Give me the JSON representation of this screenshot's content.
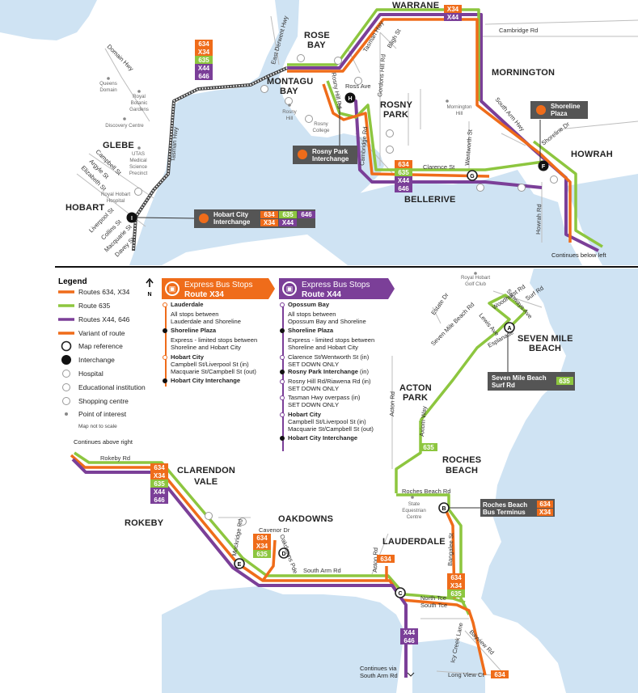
{
  "colors": {
    "water": "#cfe3f3",
    "land": "#ffffff",
    "route_634_x34": "#ef6c1a",
    "route_635": "#8dc63f",
    "route_x44_646": "#7b3f98",
    "interchange": "#111111",
    "label_bg": "#555555",
    "rail": "#444444"
  },
  "suburbs": {
    "warrane": "WARRANE",
    "rose_bay_1": "ROSE",
    "rose_bay_2": "BAY",
    "montagu_bay_1": "MONTAGU",
    "montagu_bay_2": "BAY",
    "mornington": "MORNINGTON",
    "rosny_park_1": "ROSNY",
    "rosny_park_2": "PARK",
    "howrah": "HOWRAH",
    "glebe": "GLEBE",
    "hobart": "HOBART",
    "bellerive": "BELLERIVE",
    "seven_mile_beach_1": "SEVEN MILE",
    "seven_mile_beach_2": "BEACH",
    "acton_park_1": "ACTON",
    "acton_park_2": "PARK",
    "roches_beach_1": "ROCHES",
    "roches_beach_2": "BEACH",
    "clarendon_vale_1": "CLARENDON",
    "clarendon_vale_2": "VALE",
    "rokeby": "ROKEBY",
    "oakdowns": "OAKDOWNS",
    "lauderdale": "LAUDERDALE"
  },
  "roads": {
    "cambridge_rd_top": "Cambridge Rd",
    "east_derwent_hwy": "East Derwent Hwy",
    "tasman_hwy": "Tasman Hwy",
    "tasman_hwy2": "Tasman Hwy",
    "bligh_st": "Bligh St",
    "gordons_hill_rd": "Gordons Hill Rd",
    "ross_ave": "Ross Ave",
    "rosny_hill_rd": "Rosny Hill Rd",
    "cambridge_rd": "Cambridge Rd",
    "south_arm_hwy": "South Arm Hwy",
    "shoreline_dr": "Shoreline Dr",
    "clarence_st": "Clarence St",
    "wentworth_st": "Wentworth St",
    "howrah_rd": "Howrah Rd",
    "domain_hwy": "Domain Hwy",
    "campbell_st": "Campbell St",
    "argyle_st": "Argyle St",
    "elizabeth_st": "Elizabeth St",
    "liverpool_st": "Liverpool St",
    "collins_st": "Collins St",
    "macquarie_st": "Macquarie St",
    "davey_st": "Davey St",
    "estate_dr": "Estate Dr",
    "seven_mile_beach_rd": "Seven Mile Beach Rd",
    "woodhurst_rd": "Woodhurst Rd",
    "surf_rd": "Surf Rd",
    "sunways_ave": "Sunways Ave",
    "lewis_ave": "Lewis Ave",
    "esplanade": "Esplanade",
    "acton_rd": "Acton Rd",
    "acton_rd2": "Acton Rd",
    "axiom_way": "Axiom Way",
    "rokeby_rd": "Rokeby Rd",
    "roches_beach_rd": "Roches Beach Rd",
    "mockridge_rd": "Mockridge Rd",
    "cavenor_dr": "Cavenor Dr",
    "oakdowns_pde": "Oakdowns Pde",
    "south_arm_rd": "South Arm Rd",
    "bangalee_st": "Bangalee St",
    "north_tce": "North Tce",
    "south_tce": "South Tce",
    "icy_creek_lane": "Icy Creek Lane",
    "bayview_rd": "Bayview Rd",
    "long_view_ct": "Long View Ct"
  },
  "pois": {
    "queens_domain_1": "Queens",
    "queens_domain_2": "Domain",
    "botanic_1": "Royal",
    "botanic_2": "Botanic",
    "botanic_3": "Gardens",
    "discovery_centre": "Discovery Centre",
    "utas_1": "UTAS",
    "utas_2": "Medical",
    "utas_3": "Science",
    "utas_4": "Precinct",
    "rhh_1": "Royal Hobart",
    "rhh_2": "Hospital",
    "rosny_hill_1": "Rosny",
    "rosny_hill_2": "Hill",
    "rosny_college_1": "Rosny",
    "rosny_college_2": "College",
    "mornington_hill_1": "Mornington",
    "mornington_hill_2": "Hill",
    "golf_1": "Royal Hobart",
    "golf_2": "Golf Club",
    "equestrian_1": "State",
    "equestrian_2": "Equestrian",
    "equestrian_3": "Centre"
  },
  "route_badges": {
    "r634": "634",
    "x34": "X34",
    "r635": "635",
    "x44": "X44",
    "r646": "646"
  },
  "stop_refs": {
    "a": "A",
    "b": "B",
    "c": "C",
    "d": "D",
    "e": "E",
    "f": "F",
    "g": "G",
    "h": "H",
    "i": "I"
  },
  "callouts": {
    "shoreline_plaza_1": "Shoreline",
    "shoreline_plaza_2": "Plaza",
    "rosny_park_interchange_1": "Rosny Park",
    "rosny_park_interchange_2": "Interchange",
    "hobart_city_interchange_1": "Hobart City",
    "hobart_city_interchange_2": "Interchange",
    "seven_mile_surf_1": "Seven Mile Beach",
    "seven_mile_surf_2": "Surf Rd",
    "roches_terminus_1": "Roches Beach",
    "roches_terminus_2": "Bus Terminus"
  },
  "notes": {
    "continues_below_left": "Continues below left",
    "continues_above_right": "Continues above right",
    "continues_via_1": "Continues via",
    "continues_via_2": "South Arm Rd"
  },
  "legend": {
    "title": "Legend",
    "north": "N",
    "items": [
      "Routes 634, X34",
      "Route 635",
      "Routes X44, 646",
      "Variant of route",
      "Map reference",
      "Interchange",
      "Hospital",
      "Educational institution",
      "Shopping centre",
      "Point of interest"
    ],
    "scale_note": "Map not to scale"
  },
  "x34_panel": {
    "header": "Express Bus Stops",
    "route": "Route X34",
    "s1": "Lauderdale",
    "s1_note_1": "All stops between",
    "s1_note_2": "Lauderdale and Shoreline",
    "s2": "Shoreline Plaza",
    "s2_note_1": "Express - limited stops between",
    "s2_note_2": "Shoreline and Hobart City",
    "s3": "Hobart City",
    "s3_note_1": "Campbell St/Liverpool St (in)",
    "s3_note_2": "Macquarie St/Campbell St (out)",
    "s4": "Hobart City Interchange"
  },
  "x44_panel": {
    "header": "Express Bus Stops",
    "route": "Route X44",
    "s1": "Opossum Bay",
    "s1_note_1": "All stops between",
    "s1_note_2": "Opossum Bay and Shoreline",
    "s2": "Shoreline Plaza",
    "s2_note_1": "Express - limited stops between",
    "s2_note_2": "Shoreline and Hobart City",
    "s3_1": "Clarence St/Wentworth St (in)",
    "s3_2": "SET DOWN ONLY",
    "s4": "Rosny Park Interchange",
    "s4_suffix": " (in)",
    "s5_1": "Rosny Hill Rd/Riawena Rd (in)",
    "s5_2": "SET DOWN ONLY",
    "s6_1": "Tasman Hwy overpass (in)",
    "s6_2": "SET DOWN ONLY",
    "s7": "Hobart City",
    "s7_note_1": "Campbell St/Liverpool St (in)",
    "s7_note_2": "Macquarie St/Campbell St (out)",
    "s8": "Hobart City Interchange"
  }
}
